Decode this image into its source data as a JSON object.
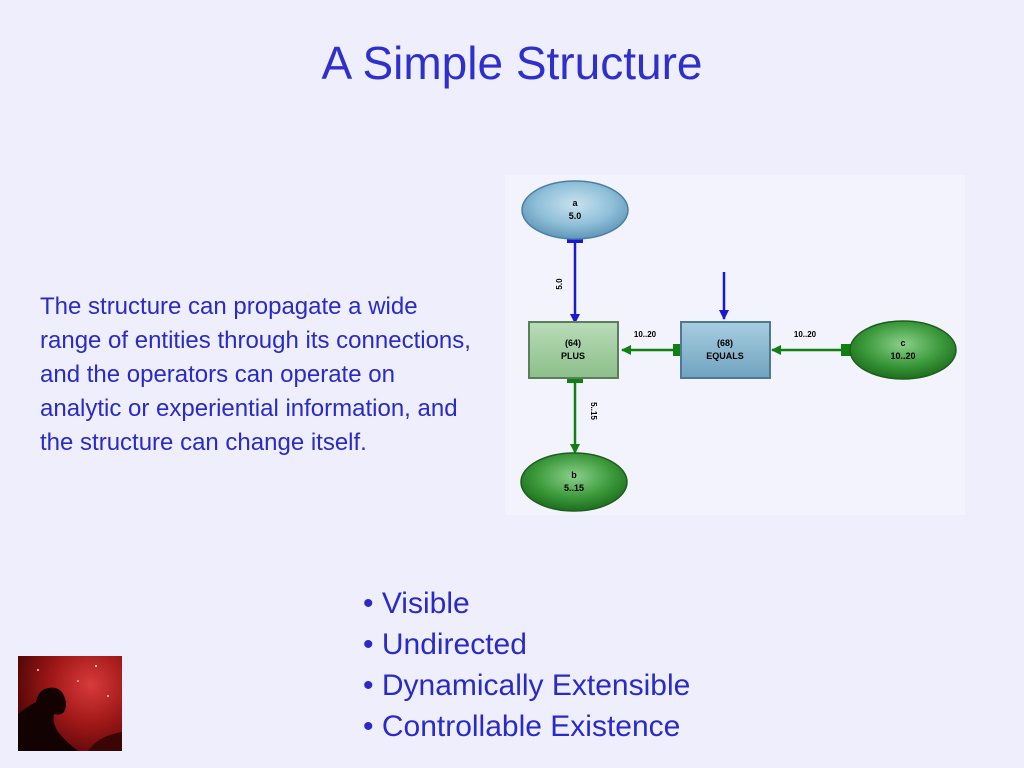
{
  "title": "A Simple Structure",
  "body_text": "The structure can propagate a wide range of entities through its connections, and the operators can operate on analytic or experiential information, and the structure can change itself.",
  "bullets": [
    "Visible",
    "Undirected",
    "Dynamically Extensible",
    "Controllable Existence"
  ],
  "diagram": {
    "nodes": {
      "a": {
        "name": "a",
        "value": "5.0"
      },
      "b": {
        "name": "b",
        "value": "5..15"
      },
      "c": {
        "name": "c",
        "value": "10..20"
      },
      "plus": {
        "id": "(64)",
        "op": "PLUS"
      },
      "equals": {
        "id": "(68)",
        "op": "EQUALS"
      }
    },
    "edges": {
      "a_plus": "5.0",
      "plus_b": "5..15",
      "equals_plus": "10..20",
      "c_equals": "10..20"
    }
  },
  "colors": {
    "title": "#2f2fcc",
    "text": "#2a2ac8",
    "blue_arrow": "#1a1acc",
    "green_arrow": "#108010",
    "background": "#eeeefc"
  }
}
